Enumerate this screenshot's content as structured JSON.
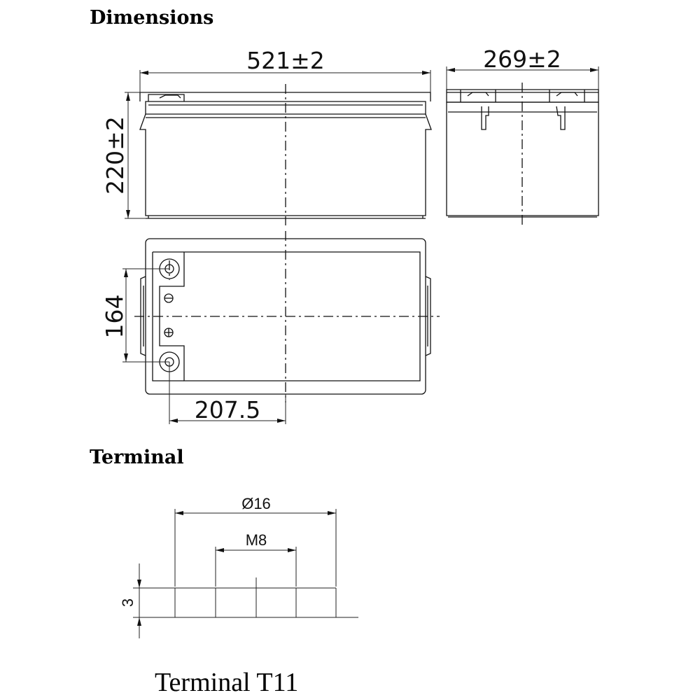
{
  "headings": {
    "dimensions": "Dimensions",
    "terminal": "Terminal"
  },
  "dimensions": {
    "length": "521±2",
    "width": "269±2",
    "height": "220±2",
    "terminal_spacing": "164",
    "terminal_offset": "207.5"
  },
  "terminal": {
    "outer_diameter": "Ø16",
    "thread": "M8",
    "height": "3",
    "caption": "Terminal T11"
  }
}
